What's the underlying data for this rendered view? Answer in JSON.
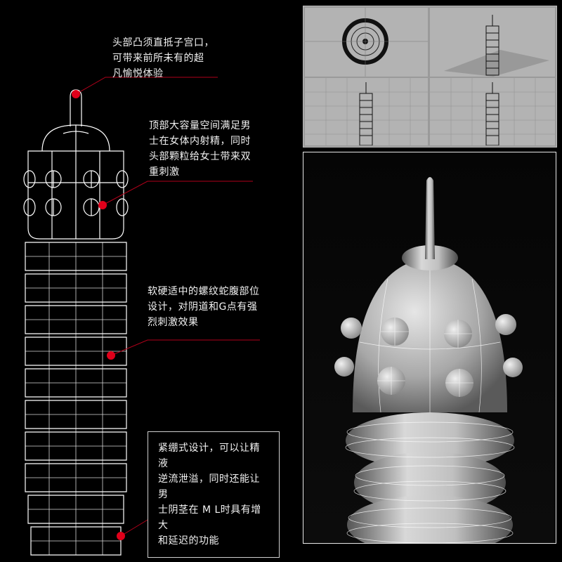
{
  "annotations": {
    "tip": "头部凸须直抵子宫口，\n可带来前所未有的超\n凡愉悦体验",
    "head": "顶部大容量空间满足男\n士在女体内射精，同时\n头部颗粒给女士带来双\n重刺激",
    "body": "软硬适中的螺纹蛇腹部位\n设计，对阴道和G点有强\n烈刺激效果",
    "base": "紧绷式设计，可以让精液\n逆流泄溢，同时还能让男\n士阴茎在 M L时具有增大\n和延迟的功能"
  },
  "colors": {
    "background": "#000000",
    "wireframe": "#ffffff",
    "marker": "#e0001a",
    "leader": "#b0001a",
    "viewport_bg": "#b3b3b3"
  },
  "icons": {
    "callout_marker": "red-dot-icon"
  }
}
